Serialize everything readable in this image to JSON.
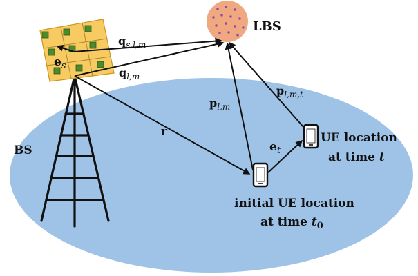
{
  "colors": {
    "ground": "#9fc3e6",
    "ris_panel": "#f7cb61",
    "ris_element": "#4e8a2c",
    "lbs_fill": "#f0a880",
    "lbs_dots": "#8a4aa8",
    "ink": "#111111"
  },
  "nodes": {
    "bs_label": "BS",
    "lbs_label": "LBS",
    "ue_initial_line1": "initial UE location",
    "ue_initial_line2_prefix": "at time ",
    "ue_initial_time": "t",
    "ue_initial_time_sub": "0",
    "ue_later_line1": "UE location",
    "ue_later_line2_prefix": "at time ",
    "ue_later_time": "t"
  },
  "vectors": {
    "e_s": {
      "symbol": "e",
      "sub": "s"
    },
    "q_slm": {
      "symbol": "q",
      "sub": "s,l,m"
    },
    "q_lm": {
      "symbol": "q",
      "sub": "l,m"
    },
    "r": {
      "symbol": "r",
      "sub": ""
    },
    "p_lm": {
      "symbol": "p",
      "sub": "l,m"
    },
    "p_lmt": {
      "symbol": "p",
      "sub": "l,m,t"
    },
    "e_t": {
      "symbol": "e",
      "sub": "t"
    }
  },
  "icons": [
    "tower-icon",
    "ris-panel-icon",
    "lbs-sphere-icon",
    "phone-icon"
  ]
}
